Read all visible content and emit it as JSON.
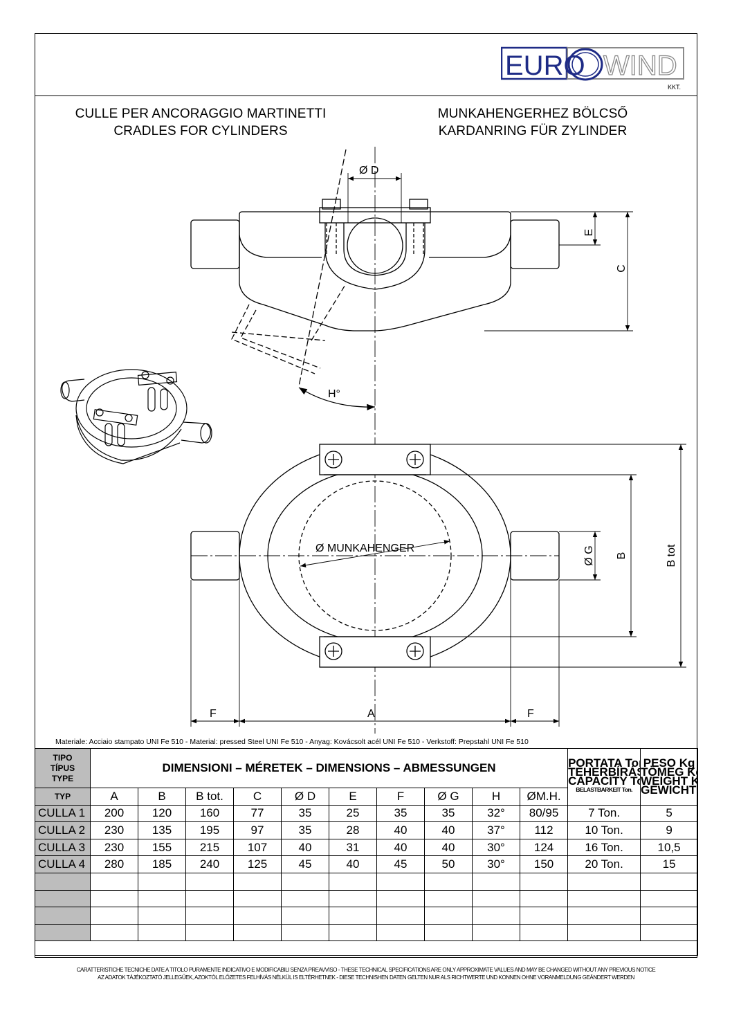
{
  "logo": {
    "text_left": "EURO",
    "text_right": "WIND",
    "suffix": "KKT."
  },
  "titles": {
    "it": "CULLE PER ANCORAGGIO MARTINETTI",
    "en": "CRADLES FOR CYLINDERS",
    "hu": "MUNKAHENGERHEZ BÖLCSŐ",
    "de": "KARDANRING FÜR ZYLINDER"
  },
  "drawing_labels": {
    "diameter_d": "Ø  D",
    "e": "E",
    "c": "C",
    "h_angle": "H°",
    "munkahenger": "Ø  MUNKAHENGER",
    "diameter_g": "Ø  G",
    "b": "B",
    "b_tot": "B tot",
    "f_left": "F",
    "a": "A",
    "f_right": "F"
  },
  "material_note": "Materiale: Acciaio stampato UNI Fe 510 - Material: pressed Steel UNI Fe 510 -  Anyag: Kovácsolt acél UNI Fe 510 - Verkstoff: Prepstahl UNI Fe 510",
  "table": {
    "type_header": [
      "TIPO",
      "TÍPUS",
      "TYPE"
    ],
    "typ_label": "TYP",
    "dimensions_title": "DIMENSIONI –  MÉRETEK  – DIMENSIONS – ABMESSUNGEN",
    "capacity_header": [
      "PORTATA Ton.",
      "TEHERBÍRÁS Ton.",
      "CAPACITY Ton.",
      "BELASTBARKEIT Ton."
    ],
    "weight_header": [
      "PESO Kg",
      "TÖMEG Kg",
      "WEIGHT Kg",
      "GEWICHT Kg"
    ],
    "columns": [
      "A",
      "B",
      "B tot.",
      "C",
      "Ø D",
      "E",
      "F",
      "Ø G",
      "H",
      "ØM.H."
    ],
    "rows": [
      {
        "type": "CULLA 1",
        "values": [
          "200",
          "120",
          "160",
          "77",
          "35",
          "25",
          "35",
          "35",
          "32°",
          "80/95"
        ],
        "capacity": "7 Ton.",
        "weight": "5"
      },
      {
        "type": "CULLA 2",
        "values": [
          "230",
          "135",
          "195",
          "97",
          "35",
          "28",
          "40",
          "40",
          "37°",
          "112"
        ],
        "capacity": "10 Ton.",
        "weight": "9"
      },
      {
        "type": "CULLA 3",
        "values": [
          "230",
          "155",
          "215",
          "107",
          "40",
          "31",
          "40",
          "40",
          "30°",
          "124"
        ],
        "capacity": "16 Ton.",
        "weight": "10,5"
      },
      {
        "type": "CULLA 4",
        "values": [
          "280",
          "185",
          "240",
          "125",
          "45",
          "40",
          "45",
          "50",
          "30°",
          "150"
        ],
        "capacity": "20 Ton.",
        "weight": "15"
      }
    ],
    "empty_rows": 4
  },
  "footer": {
    "line1": "CARATTERISTICHE TECNICHE DATE A TITOLO PURAMENTE INDICATIVO E MODIFICABILI SENZA PREAVVISO - THESE TECHNICAL SPECIFICATIONS ARE ONLY APPROXIMATE VALUES AND MAY BE CHANGED WITHOUT ANY PREVIOUS NOTICE",
    "line2": "AZ ADATOK TÁJÉKOZTATÓ JELLEGŰEK, AZOKTÓL ELŐZETES FELHÍVÁS NÉLKÜL IS ELTÉRHETNEK - DIESE TECHNISHEN DATEN GELTEN NUR ALS RICHTWERTE UND KONNEN OHNE VORANMELDUNG GEÄNDERT WERDEN"
  },
  "colors": {
    "logo_blue": "#1e2b86",
    "logo_grey": "#8a8a8a",
    "table_grey": "#bdbdbd"
  }
}
